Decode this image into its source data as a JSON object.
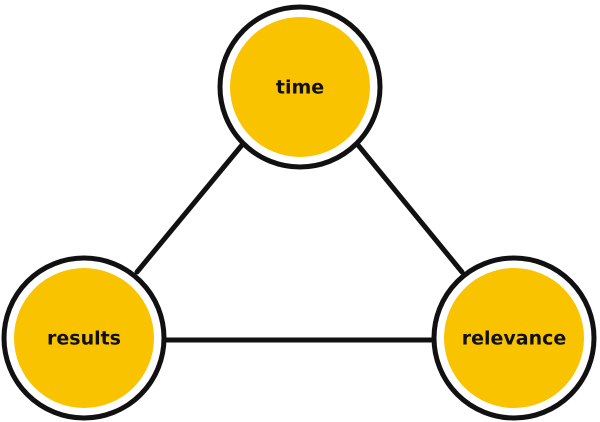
{
  "diagram": {
    "nodes": [
      {
        "id": "time",
        "label": "time"
      },
      {
        "id": "results",
        "label": "results"
      },
      {
        "id": "relevance",
        "label": "relevance"
      }
    ],
    "edges": [
      {
        "from": "time",
        "to": "results"
      },
      {
        "from": "time",
        "to": "relevance"
      },
      {
        "from": "results",
        "to": "relevance"
      }
    ]
  },
  "colors": {
    "node_fill": "#F9C300",
    "stroke": "#111111",
    "background": "#FFFFFF"
  }
}
